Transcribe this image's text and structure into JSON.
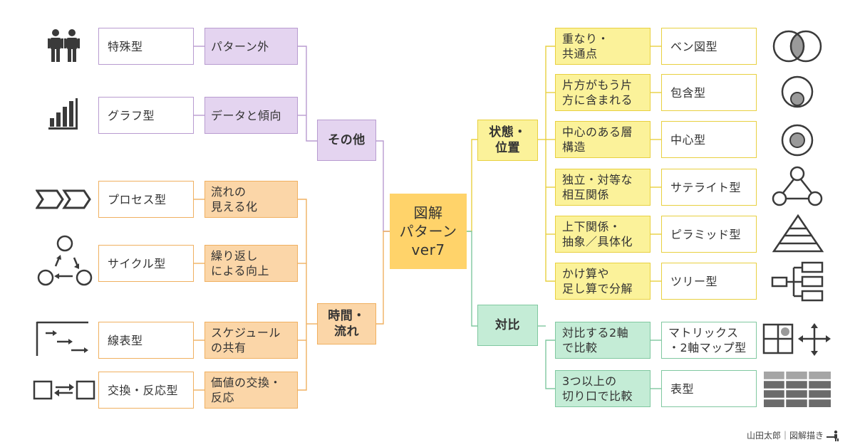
{
  "center": {
    "label": "図解\nパターン\nver7"
  },
  "categories": {
    "other": "その他",
    "time_flow": "時間・\n流れ",
    "state_position": "状態・\n位置",
    "contrast": "対比"
  },
  "left_rows": [
    {
      "type": "特殊型",
      "desc": "パターン外",
      "icon": "people-icon"
    },
    {
      "type": "グラフ型",
      "desc": "データと傾向",
      "icon": "bar-chart-icon"
    },
    {
      "type": "プロセス型",
      "desc": "流れの\n見える化",
      "icon": "process-arrows-icon"
    },
    {
      "type": "サイクル型",
      "desc": "繰り返し\nによる向上",
      "icon": "cycle-icon"
    },
    {
      "type": "線表型",
      "desc": "スケジュール\nの共有",
      "icon": "timeline-icon"
    },
    {
      "type": "交換・反応型",
      "desc": "価値の交換・\n反応",
      "icon": "exchange-icon"
    }
  ],
  "right_rows": [
    {
      "desc": "重なり・\n共通点",
      "type": "ベン図型",
      "icon": "venn-icon"
    },
    {
      "desc": "片方がもう片\n方に含まれる",
      "type": "包含型",
      "icon": "inclusion-icon"
    },
    {
      "desc": "中心のある層\n構造",
      "type": "中心型",
      "icon": "center-icon"
    },
    {
      "desc": "独立・対等な\n相互関係",
      "type": "サテライト型",
      "icon": "satellite-icon"
    },
    {
      "desc": "上下関係・\n抽象／具体化",
      "type": "ピラミッド型",
      "icon": "pyramid-icon"
    },
    {
      "desc": "かけ算や\n足し算で分解",
      "type": "ツリー型",
      "icon": "tree-icon"
    },
    {
      "desc": "対比する2軸\nで比較",
      "type": "マトリックス\n・2軸マップ型",
      "icon": "matrix-icon"
    },
    {
      "desc": "3つ以上の\n切り口で比較",
      "type": "表型",
      "icon": "table-icon"
    }
  ],
  "colors": {
    "purple_fill": "#e4d4f0",
    "purple_line": "#b89bd0",
    "orange_fill": "#fbd6a8",
    "orange_line": "#f0b060",
    "yellow_fill": "#fbf29a",
    "yellow_line": "#e8d040",
    "green_fill": "#c4ecd6",
    "green_line": "#80c8a0",
    "center_fill": "#ffd36a",
    "icon": "#3a3a3a"
  },
  "credit": {
    "text": "山田太郎｜図解描き"
  }
}
